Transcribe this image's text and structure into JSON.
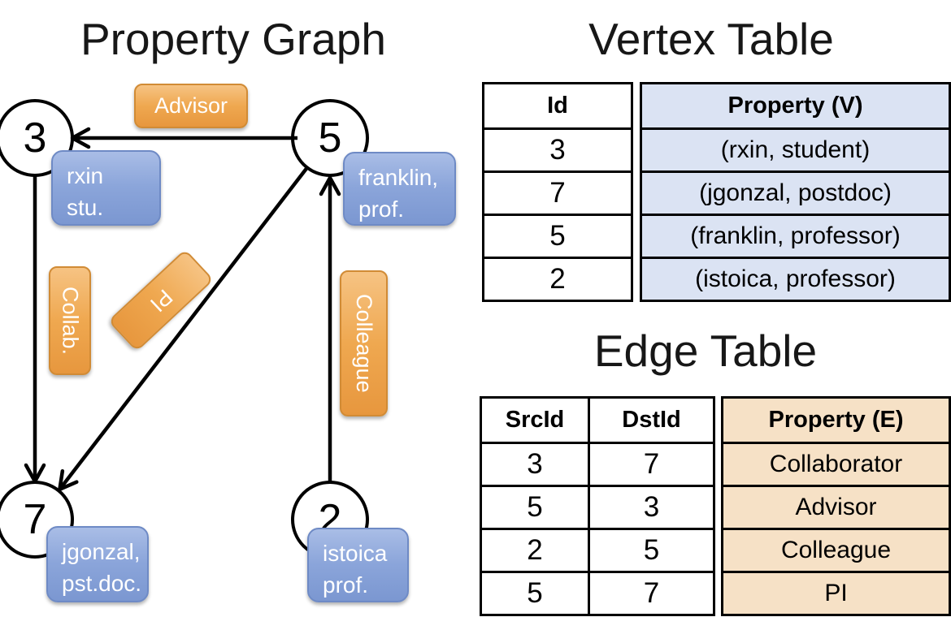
{
  "titles": {
    "graph": "Property Graph",
    "vertex_table": "Vertex Table",
    "edge_table": "Edge Table"
  },
  "colors": {
    "edge_label_orange": "#EFA850",
    "vertex_label_blue": "#8BA5DA",
    "vertex_property_cell_bg": "#DBE3F3",
    "edge_property_cell_bg": "#F6E1C6",
    "line_and_border": "#000000",
    "label_text": "#FFFFFF"
  },
  "graph": {
    "nodes": [
      {
        "id": "3"
      },
      {
        "id": "5"
      },
      {
        "id": "7"
      },
      {
        "id": "2"
      }
    ],
    "vertex_labels": [
      {
        "line1": "rxin",
        "line2": "stu."
      },
      {
        "line1": "franklin,",
        "line2": "prof."
      },
      {
        "line1": "jgonzal,",
        "line2": "pst.doc."
      },
      {
        "line1": "istoica",
        "line2": "prof."
      }
    ],
    "edge_labels": {
      "advisor": "Advisor",
      "collab": "Collab.",
      "pi": "PI",
      "colleague": "Colleague"
    }
  },
  "vertex_table": {
    "headers": {
      "id": "Id",
      "property": "Property (V)"
    },
    "rows": [
      {
        "id": "3",
        "property": "(rxin, student)"
      },
      {
        "id": "7",
        "property": "(jgonzal, postdoc)"
      },
      {
        "id": "5",
        "property": "(franklin, professor)"
      },
      {
        "id": "2",
        "property": "(istoica, professor)"
      }
    ]
  },
  "edge_table": {
    "headers": {
      "src": "SrcId",
      "dst": "DstId",
      "property": "Property (E)"
    },
    "rows": [
      {
        "src": "3",
        "dst": "7",
        "property": "Collaborator"
      },
      {
        "src": "5",
        "dst": "3",
        "property": "Advisor"
      },
      {
        "src": "2",
        "dst": "5",
        "property": "Colleague"
      },
      {
        "src": "5",
        "dst": "7",
        "property": "PI"
      }
    ]
  }
}
